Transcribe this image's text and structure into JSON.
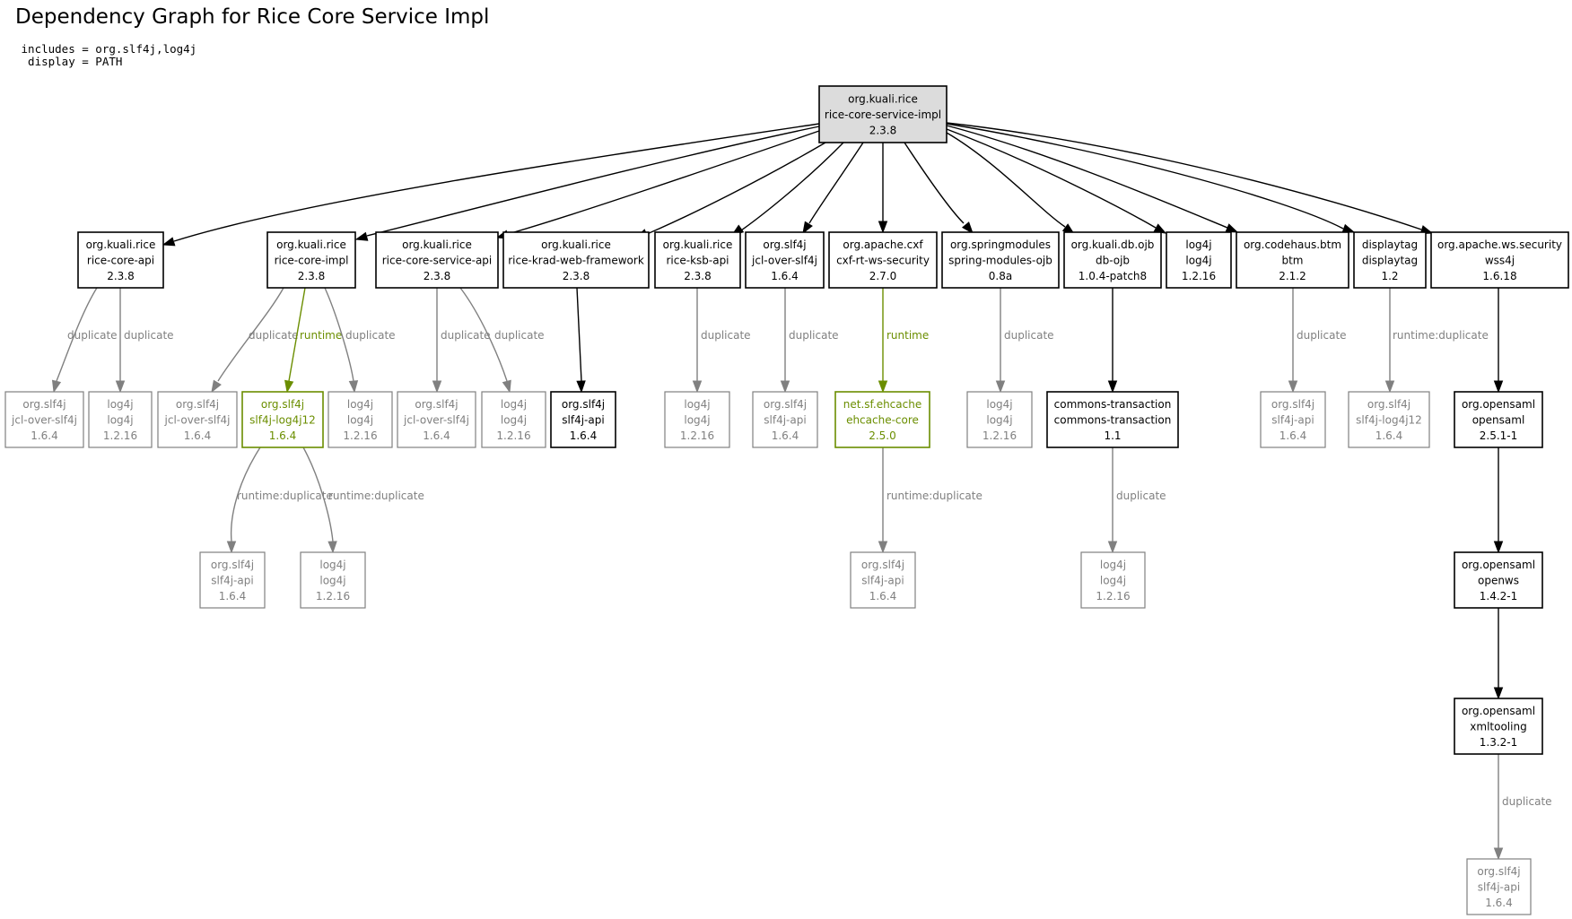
{
  "title": "Dependency Graph for Rice Core Service Impl",
  "params": [
    " includes = org.slf4j,log4j",
    "  display = PATH"
  ],
  "colors": {
    "normal": "#000000",
    "duplicate": "#808080",
    "runtime": "#6b8e00",
    "root_fill": "#dcdcdc",
    "white": "#ffffff"
  },
  "nodes": [
    {
      "id": "root",
      "lines": [
        "org.kuali.rice",
        "rice-core-service-impl",
        "2.3.8"
      ],
      "style": "root"
    },
    {
      "id": "n1",
      "lines": [
        "org.kuali.rice",
        "rice-core-api",
        "2.3.8"
      ],
      "style": "normal"
    },
    {
      "id": "n2",
      "lines": [
        "org.kuali.rice",
        "rice-core-impl",
        "2.3.8"
      ],
      "style": "normal"
    },
    {
      "id": "n3",
      "lines": [
        "org.kuali.rice",
        "rice-core-service-api",
        "2.3.8"
      ],
      "style": "normal"
    },
    {
      "id": "n4",
      "lines": [
        "org.kuali.rice",
        "rice-krad-web-framework",
        "2.3.8"
      ],
      "style": "normal"
    },
    {
      "id": "n5",
      "lines": [
        "org.kuali.rice",
        "rice-ksb-api",
        "2.3.8"
      ],
      "style": "normal"
    },
    {
      "id": "n6",
      "lines": [
        "org.slf4j",
        "jcl-over-slf4j",
        "1.6.4"
      ],
      "style": "normal"
    },
    {
      "id": "n7",
      "lines": [
        "org.apache.cxf",
        "cxf-rt-ws-security",
        "2.7.0"
      ],
      "style": "normal"
    },
    {
      "id": "n8",
      "lines": [
        "org.springmodules",
        "spring-modules-ojb",
        "0.8a"
      ],
      "style": "normal"
    },
    {
      "id": "n9",
      "lines": [
        "org.kuali.db.ojb",
        "db-ojb",
        "1.0.4-patch8"
      ],
      "style": "normal"
    },
    {
      "id": "n10",
      "lines": [
        "log4j",
        "log4j",
        "1.2.16"
      ],
      "style": "normal"
    },
    {
      "id": "n11",
      "lines": [
        "org.codehaus.btm",
        "btm",
        "2.1.2"
      ],
      "style": "normal"
    },
    {
      "id": "n12",
      "lines": [
        "displaytag",
        "displaytag",
        "1.2"
      ],
      "style": "normal"
    },
    {
      "id": "n13",
      "lines": [
        "org.apache.ws.security",
        "wss4j",
        "1.6.18"
      ],
      "style": "normal"
    },
    {
      "id": "a1",
      "lines": [
        "org.slf4j",
        "jcl-over-slf4j",
        "1.6.4"
      ],
      "style": "duplicate"
    },
    {
      "id": "a2",
      "lines": [
        "log4j",
        "log4j",
        "1.2.16"
      ],
      "style": "duplicate"
    },
    {
      "id": "a3",
      "lines": [
        "org.slf4j",
        "jcl-over-slf4j",
        "1.6.4"
      ],
      "style": "duplicate"
    },
    {
      "id": "a4",
      "lines": [
        "org.slf4j",
        "slf4j-log4j12",
        "1.6.4"
      ],
      "style": "runtime"
    },
    {
      "id": "a5",
      "lines": [
        "log4j",
        "log4j",
        "1.2.16"
      ],
      "style": "duplicate"
    },
    {
      "id": "a6",
      "lines": [
        "org.slf4j",
        "jcl-over-slf4j",
        "1.6.4"
      ],
      "style": "duplicate"
    },
    {
      "id": "a7",
      "lines": [
        "log4j",
        "log4j",
        "1.2.16"
      ],
      "style": "duplicate"
    },
    {
      "id": "a8",
      "lines": [
        "org.slf4j",
        "slf4j-api",
        "1.6.4"
      ],
      "style": "normal"
    },
    {
      "id": "a9",
      "lines": [
        "log4j",
        "log4j",
        "1.2.16"
      ],
      "style": "duplicate"
    },
    {
      "id": "a10",
      "lines": [
        "org.slf4j",
        "slf4j-api",
        "1.6.4"
      ],
      "style": "duplicate"
    },
    {
      "id": "a11",
      "lines": [
        "net.sf.ehcache",
        "ehcache-core",
        "2.5.0"
      ],
      "style": "runtime"
    },
    {
      "id": "a12",
      "lines": [
        "log4j",
        "log4j",
        "1.2.16"
      ],
      "style": "duplicate"
    },
    {
      "id": "a13",
      "lines": [
        "commons-transaction",
        "commons-transaction",
        "1.1"
      ],
      "style": "normal"
    },
    {
      "id": "a14",
      "lines": [
        "org.slf4j",
        "slf4j-api",
        "1.6.4"
      ],
      "style": "duplicate"
    },
    {
      "id": "a15",
      "lines": [
        "org.slf4j",
        "slf4j-log4j12",
        "1.6.4"
      ],
      "style": "duplicate"
    },
    {
      "id": "a16",
      "lines": [
        "org.opensaml",
        "opensaml",
        "2.5.1-1"
      ],
      "style": "normal"
    },
    {
      "id": "b1",
      "lines": [
        "org.slf4j",
        "slf4j-api",
        "1.6.4"
      ],
      "style": "duplicate"
    },
    {
      "id": "b2",
      "lines": [
        "log4j",
        "log4j",
        "1.2.16"
      ],
      "style": "duplicate"
    },
    {
      "id": "b3",
      "lines": [
        "org.slf4j",
        "slf4j-api",
        "1.6.4"
      ],
      "style": "duplicate"
    },
    {
      "id": "b4",
      "lines": [
        "log4j",
        "log4j",
        "1.2.16"
      ],
      "style": "duplicate"
    },
    {
      "id": "b5",
      "lines": [
        "org.opensaml",
        "openws",
        "1.4.2-1"
      ],
      "style": "normal"
    },
    {
      "id": "c1",
      "lines": [
        "org.opensaml",
        "xmltooling",
        "1.3.2-1"
      ],
      "style": "normal"
    },
    {
      "id": "d1",
      "lines": [
        "org.slf4j",
        "slf4j-api",
        "1.6.4"
      ],
      "style": "duplicate"
    }
  ],
  "edges": [
    {
      "from": "root",
      "to": "n1",
      "label": "",
      "style": "normal"
    },
    {
      "from": "root",
      "to": "n2",
      "label": "",
      "style": "normal"
    },
    {
      "from": "root",
      "to": "n3",
      "label": "",
      "style": "normal"
    },
    {
      "from": "root",
      "to": "n4",
      "label": "",
      "style": "normal"
    },
    {
      "from": "root",
      "to": "n5",
      "label": "",
      "style": "normal"
    },
    {
      "from": "root",
      "to": "n6",
      "label": "",
      "style": "normal"
    },
    {
      "from": "root",
      "to": "n7",
      "label": "",
      "style": "normal"
    },
    {
      "from": "root",
      "to": "n8",
      "label": "",
      "style": "normal"
    },
    {
      "from": "root",
      "to": "n9",
      "label": "",
      "style": "normal"
    },
    {
      "from": "root",
      "to": "n10",
      "label": "",
      "style": "normal"
    },
    {
      "from": "root",
      "to": "n11",
      "label": "",
      "style": "normal"
    },
    {
      "from": "root",
      "to": "n12",
      "label": "",
      "style": "normal"
    },
    {
      "from": "root",
      "to": "n13",
      "label": "",
      "style": "normal"
    },
    {
      "from": "n1",
      "to": "a1",
      "label": "duplicate",
      "style": "duplicate"
    },
    {
      "from": "n1",
      "to": "a2",
      "label": "duplicate",
      "style": "duplicate"
    },
    {
      "from": "n2",
      "to": "a3",
      "label": "duplicate",
      "style": "duplicate"
    },
    {
      "from": "n2",
      "to": "a4",
      "label": "runtime",
      "style": "runtime"
    },
    {
      "from": "n2",
      "to": "a5",
      "label": "duplicate",
      "style": "duplicate"
    },
    {
      "from": "n3",
      "to": "a6",
      "label": "duplicate",
      "style": "duplicate"
    },
    {
      "from": "n3",
      "to": "a7",
      "label": "duplicate",
      "style": "duplicate"
    },
    {
      "from": "n4",
      "to": "a8",
      "label": "",
      "style": "normal"
    },
    {
      "from": "n5",
      "to": "a9",
      "label": "duplicate",
      "style": "duplicate"
    },
    {
      "from": "n6",
      "to": "a10",
      "label": "duplicate",
      "style": "duplicate"
    },
    {
      "from": "n7",
      "to": "a11",
      "label": "runtime",
      "style": "runtime"
    },
    {
      "from": "n8",
      "to": "a12",
      "label": "duplicate",
      "style": "duplicate"
    },
    {
      "from": "n9",
      "to": "a13",
      "label": "",
      "style": "normal"
    },
    {
      "from": "n11",
      "to": "a14",
      "label": "duplicate",
      "style": "duplicate"
    },
    {
      "from": "n12",
      "to": "a15",
      "label": "runtime:duplicate",
      "style": "duplicate"
    },
    {
      "from": "n13",
      "to": "a16",
      "label": "",
      "style": "normal"
    },
    {
      "from": "a4",
      "to": "b1",
      "label": "runtime:duplicate",
      "style": "duplicate"
    },
    {
      "from": "a4",
      "to": "b2",
      "label": "runtime:duplicate",
      "style": "duplicate"
    },
    {
      "from": "a11",
      "to": "b3",
      "label": "runtime:duplicate",
      "style": "duplicate"
    },
    {
      "from": "a13",
      "to": "b4",
      "label": "duplicate",
      "style": "duplicate"
    },
    {
      "from": "a16",
      "to": "b5",
      "label": "",
      "style": "normal"
    },
    {
      "from": "b5",
      "to": "c1",
      "label": "",
      "style": "normal"
    },
    {
      "from": "c1",
      "to": "d1",
      "label": "duplicate",
      "style": "duplicate"
    }
  ]
}
